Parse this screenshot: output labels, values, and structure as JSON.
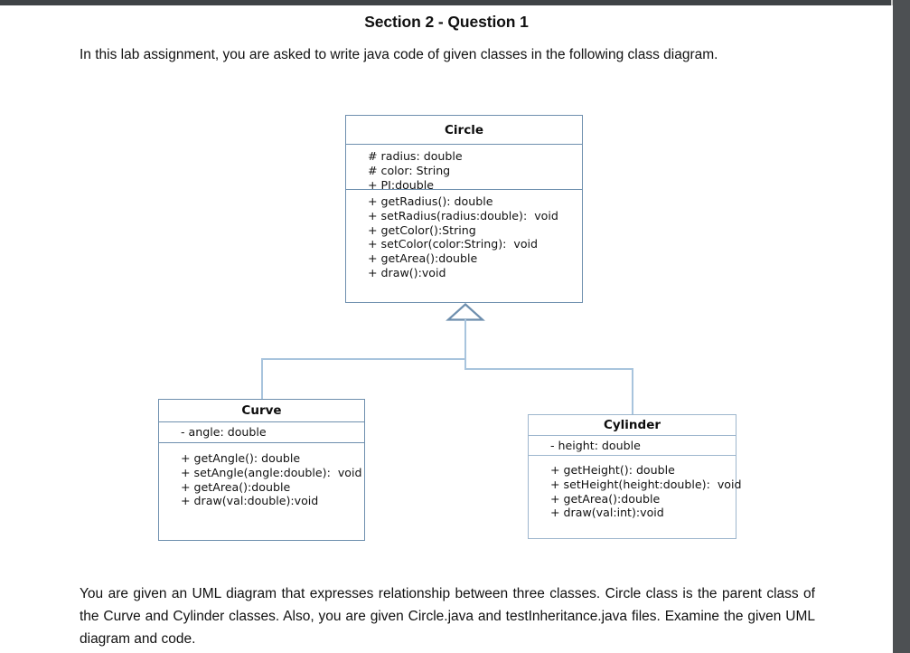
{
  "document": {
    "heading": "Section 2 - Question 1",
    "intro_paragraph": "In this lab assignment, you are asked to write java code of given classes in the following class diagram.",
    "closing_paragraph": "You are given an UML diagram that expresses relationship between three classes. Circle class is the parent class of the Curve and Cylinder classes. Also, you are given Circle.java and testInheritance.java files. Examine the given UML diagram and code."
  },
  "diagram": {
    "type": "uml-class-diagram",
    "relationship": "inheritance",
    "border_color": "#6e8fae",
    "connector_color": "#a8c4dd",
    "classes": {
      "circle": {
        "name": "Circle",
        "attributes": [
          "# radius: double",
          "# color: String",
          "+ PI:double"
        ],
        "methods": [
          "+ getRadius(): double",
          "+ setRadius(radius:double):  void",
          "+ getColor():String",
          "+ setColor(color:String):  void",
          "+ getArea():double",
          "+ draw():void"
        ]
      },
      "curve": {
        "name": "Curve",
        "attributes": [
          "- angle: double"
        ],
        "methods": [
          "+ getAngle(): double",
          "+ setAngle(angle:double):  void",
          "+ getArea():double",
          "+ draw(val:double):void"
        ]
      },
      "cylinder": {
        "name": "Cylinder",
        "attributes": [
          "- height: double"
        ],
        "methods": [
          "+ getHeight(): double",
          "+ setHeight(height:double):  void",
          "+ getArea():double",
          "+ draw(val:int):void"
        ]
      }
    }
  }
}
